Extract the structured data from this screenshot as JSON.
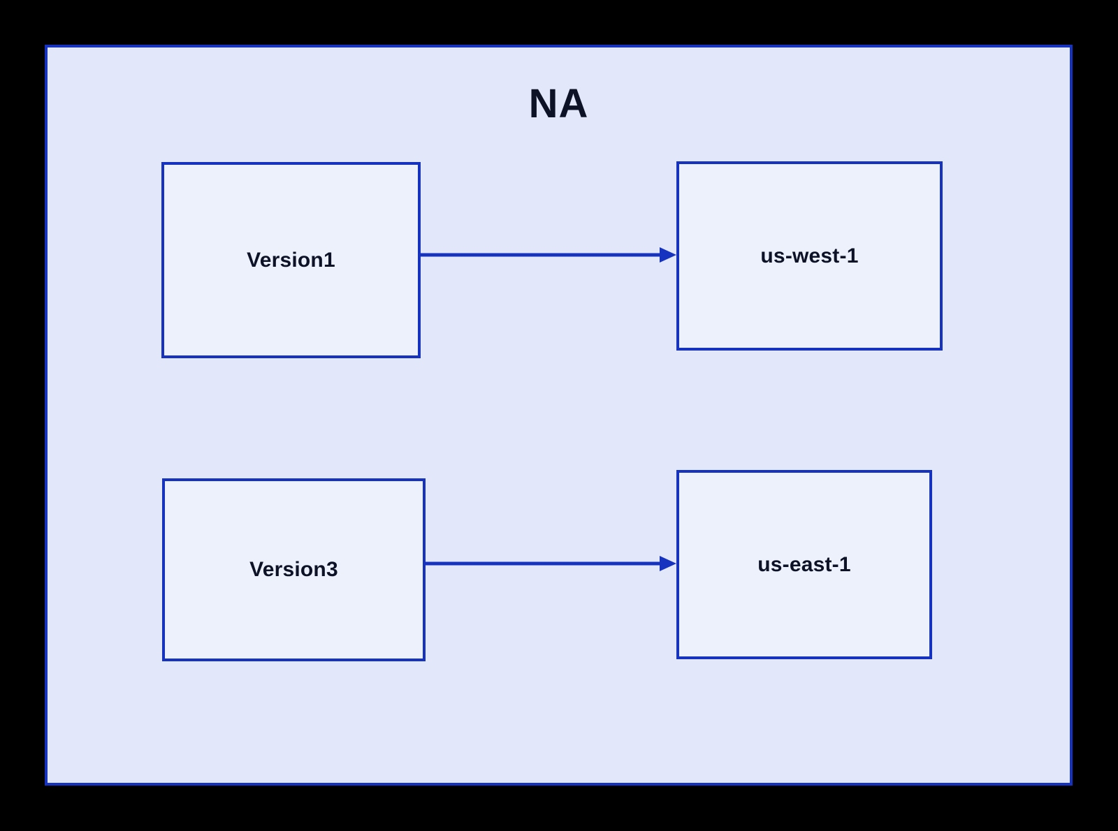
{
  "diagram": {
    "type": "flow-diagram",
    "background_color": "#000000",
    "region": {
      "title": "NA",
      "fill_color": "#e3e7fa",
      "border_color": "#1633bf"
    },
    "nodes": [
      {
        "id": "version1",
        "label": "Version1",
        "fill_color": "#edf1fc",
        "border_color": "#1633bf"
      },
      {
        "id": "uswest1",
        "label": "us-west-1",
        "fill_color": "#edf1fc",
        "border_color": "#1633bf"
      },
      {
        "id": "version3",
        "label": "Version3",
        "fill_color": "#edf1fc",
        "border_color": "#1633bf"
      },
      {
        "id": "useast1",
        "label": "us-east-1",
        "fill_color": "#edf1fc",
        "border_color": "#1633bf"
      }
    ],
    "edges": [
      {
        "id": "edge-version1-uswest1",
        "from": "version1",
        "to": "uswest1",
        "label": "",
        "arrow": "solid-triangle",
        "color": "#1633bf"
      },
      {
        "id": "edge-version3-useast1",
        "from": "version3",
        "to": "useast1",
        "label": "",
        "arrow": "solid-triangle",
        "color": "#1633bf"
      }
    ]
  }
}
